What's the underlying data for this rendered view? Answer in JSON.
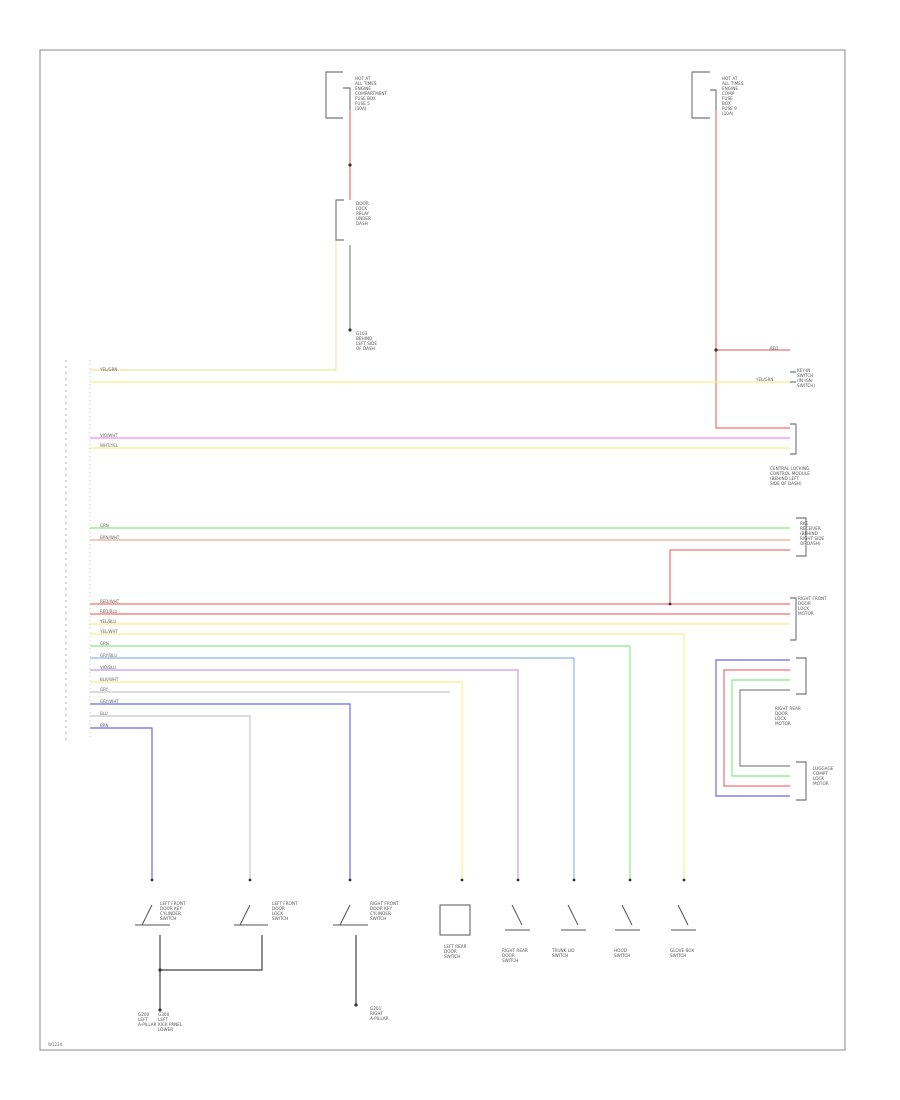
{
  "colors": {
    "frame": "#888888",
    "red": "#f07070",
    "yellow": "#f4f08c",
    "pink": "#f08cf0",
    "green": "#8ce88c",
    "peach": "#f0a890",
    "blue_grey": "#8cb8e8",
    "lilac": "#c89ce0",
    "grey": "#c8c8c8",
    "blue": "#6a6ae8",
    "black": "#444444"
  },
  "figure_code": "W1234",
  "texts": {
    "fuse_left": [
      "HOT AT",
      "ALL TIMES",
      "ENGINE",
      "COMPARTMENT",
      "FUSE BOX",
      "FUSE 5",
      "(30A)"
    ],
    "fuse_right": [
      "HOT AT",
      "ALL TIMES",
      "ENGINE",
      "COMP",
      "FUSE",
      "BOX",
      "FUSE 9",
      "(10A)"
    ],
    "relay": [
      "DOOR",
      "LOCK",
      "RELAY",
      "UNDER",
      "DASH"
    ],
    "ground_g1": [
      "G103",
      "BEHIND",
      "LEFT SIDE",
      "OF DASH"
    ],
    "key_switch": [
      "KEY-IN",
      "SWITCH",
      "(IN IGN",
      "SWITCH)"
    ],
    "ccm": [
      "CENTRAL LOCKING",
      "CONTROL MODULE",
      "(BEHIND LEFT",
      "SIDE OF DASH)"
    ],
    "rf_module": [
      "RKE",
      "RECEIVER",
      "(BEHIND",
      "RIGHT SIDE",
      "OF DASH)"
    ],
    "right_upper": [
      "RIGHT FRONT",
      "DOOR",
      "LOCK",
      "MOTOR"
    ],
    "right_lower": [
      "RIGHT REAR",
      "DOOR",
      "LOCK",
      "MOTOR"
    ],
    "trunk_actuator": [
      "LUGGAGE",
      "COMPT",
      "LOCK",
      "MOTOR"
    ],
    "sw_left_front": [
      "LEFT FRONT",
      "DOOR KEY",
      "CYLINDER",
      "SWITCH"
    ],
    "sw_left_front_b": [
      "LEFT FRONT",
      "DOOR",
      "LOCK",
      "SWITCH"
    ],
    "sw_right_front": [
      "RIGHT FRONT",
      "DOOR KEY",
      "CYLINDER",
      "SWITCH"
    ],
    "sw_left_rear": [
      "LEFT REAR",
      "DOOR",
      "SWITCH"
    ],
    "sw_right_rear": [
      "RIGHT REAR",
      "DOOR",
      "SWITCH"
    ],
    "sw_trunk": [
      "TRUNK LID",
      "SWITCH"
    ],
    "sw_hood": [
      "HOOD",
      "SWITCH"
    ],
    "sw_glove": [
      "GLOVE BOX",
      "SWITCH"
    ],
    "ground_g2": [
      "G200",
      "LEFT",
      "A-PILLAR"
    ],
    "ground_g3": [
      "G201",
      "RIGHT",
      "A-PILLAR"
    ],
    "ground_g4": [
      "G300",
      "LEFT",
      "KICK PANEL",
      "LOWER"
    ]
  },
  "wire_tags": {
    "w1": "YEL/GRN",
    "w2": "YEL/GRN",
    "w3": "VIO/WHT",
    "w4": "WHT/YEL",
    "w5": "GRN",
    "w6": "BRN/WHT",
    "w7": "RED/WHT",
    "w8": "RED/BLU",
    "w9": "YEL/BLU",
    "w10": "YEL/WHT",
    "w11": "GRN",
    "w12": "GRY/BLU",
    "w13": "VIO/BLU",
    "w14": "BLK/WHT",
    "w15": "GRY",
    "w16": "GRY/WHT",
    "w17": "BLU",
    "w18": "RED",
    "w19": "BRN"
  }
}
